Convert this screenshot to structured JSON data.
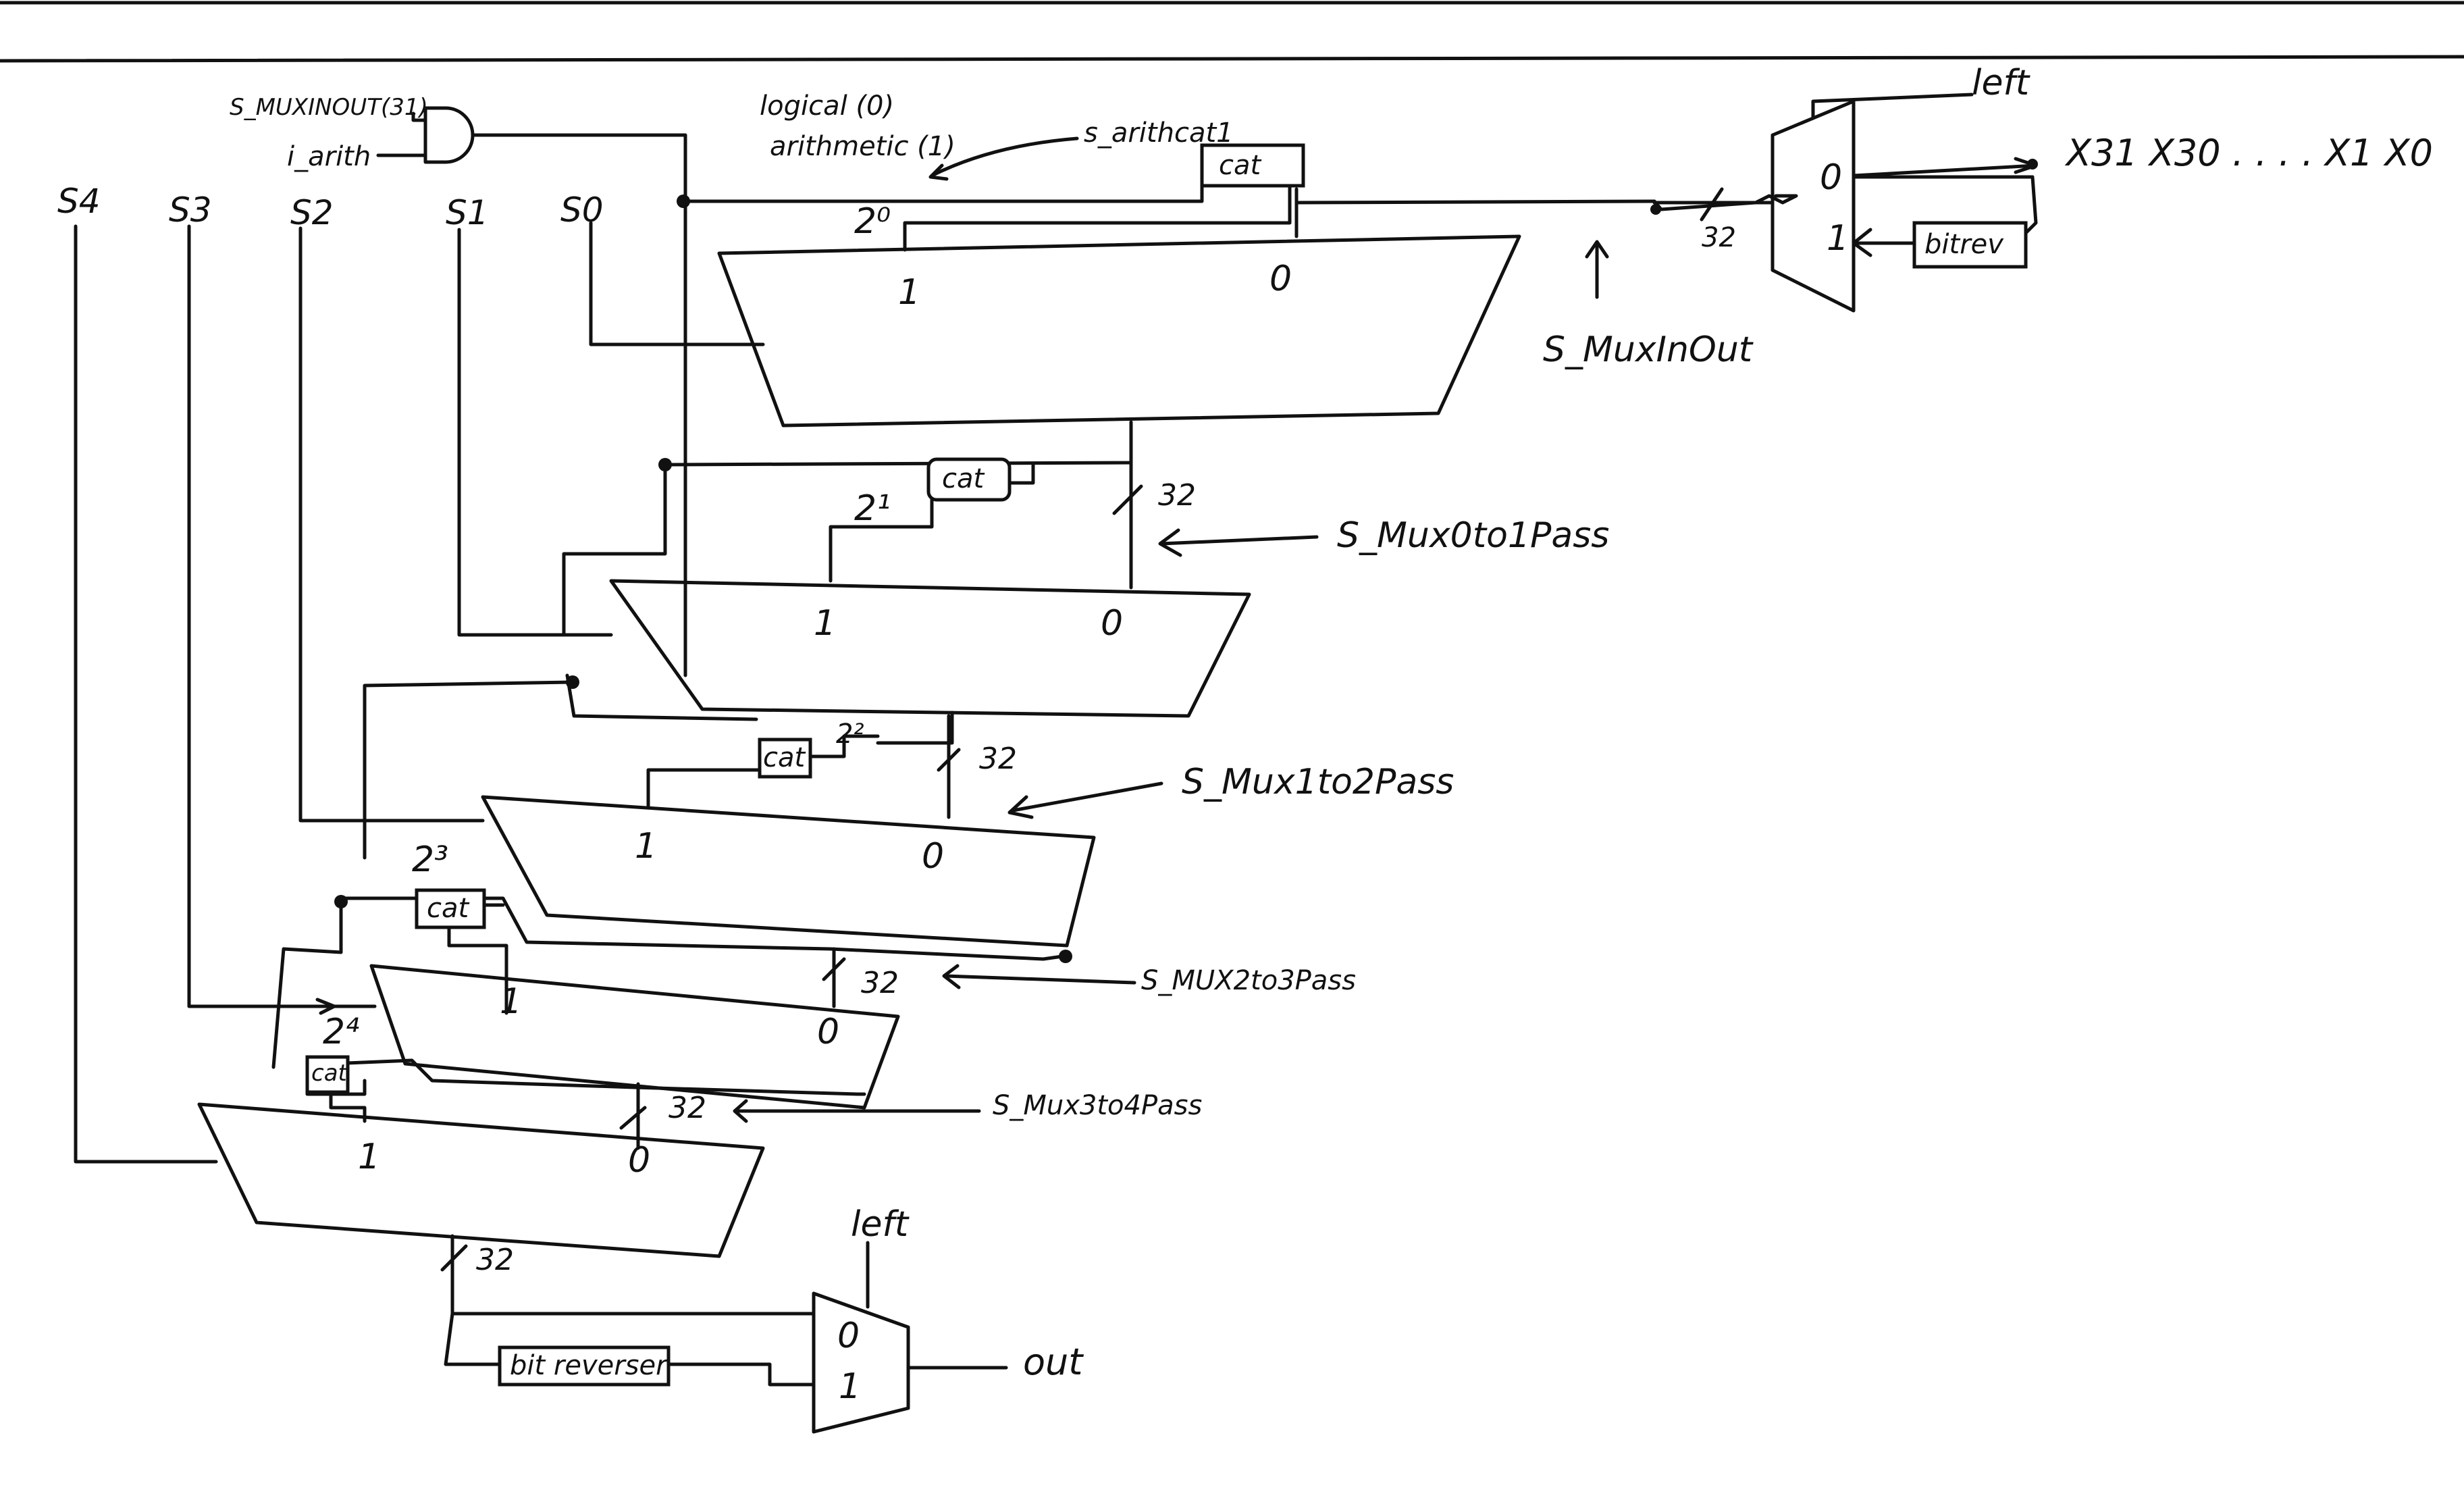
{
  "selects": {
    "s4": "S4",
    "s3": "S3",
    "s2": "S2",
    "s1": "S1",
    "s0": "S0"
  },
  "gate": {
    "in_top": "S_MUXINOUT(31)",
    "in_bottom": "i_arith"
  },
  "notes": {
    "mode_line1": "logical (0)",
    "mode_line2": "arithmetic (1)",
    "arith_signal": "s_arithcat1"
  },
  "top_mux": {
    "select": "left",
    "in0": "0",
    "in1": "1",
    "output": "X31 X30 . . . . X1 X0",
    "bitrev": "bitrev",
    "bus": "32",
    "signal": "S_MuxInOut"
  },
  "stages": [
    {
      "pow": "2⁰",
      "in1": "1",
      "in0": "0",
      "cat": "cat",
      "bus": "",
      "signal": ""
    },
    {
      "pow": "2¹",
      "in1": "1",
      "in0": "0",
      "cat": "cat",
      "bus": "32",
      "signal": "S_Mux0to1Pass"
    },
    {
      "pow": "2²",
      "in1": "1",
      "in0": "0",
      "cat": "cat",
      "bus": "32",
      "signal": "S_Mux1to2Pass"
    },
    {
      "pow": "2³",
      "in1": "1",
      "in0": "0",
      "cat": "cat",
      "bus": "32",
      "signal": "S_MUX2to3Pass"
    },
    {
      "pow": "2⁴",
      "in1": "1",
      "in0": "0",
      "cat": "cat",
      "bus": "32",
      "signal": "S_Mux3to4Pass"
    }
  ],
  "bottom_mux": {
    "select": "left",
    "in0": "0",
    "in1": "1",
    "output": "out",
    "bus": "32",
    "bit_reverser": "bit reverser"
  }
}
